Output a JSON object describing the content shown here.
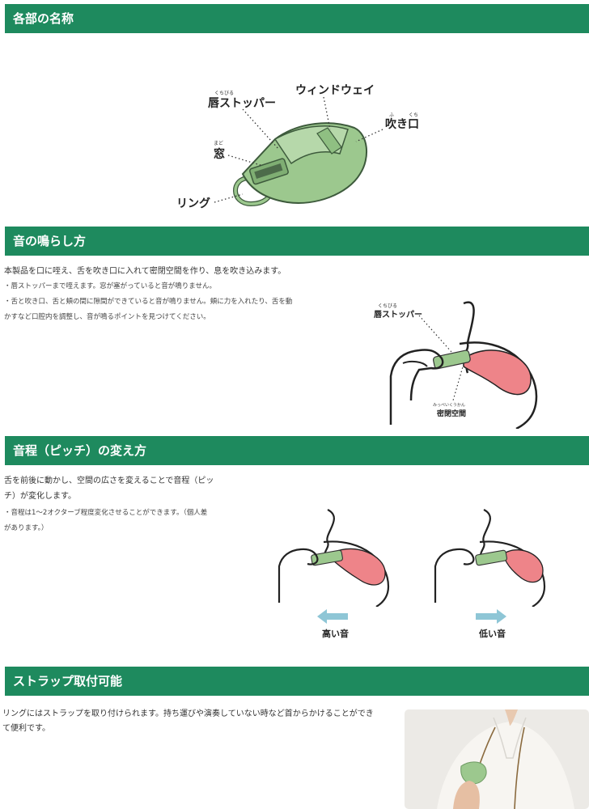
{
  "sections": {
    "parts": {
      "title": "各部の名称",
      "labels": {
        "lip_stopper": "唇ストッパー",
        "lip_ruby": "くちびる",
        "windway": "ウィンドウェイ",
        "mouthpiece": "吹き口",
        "mouthpiece_ruby_1": "ふ",
        "mouthpiece_ruby_2": "くち",
        "window": "窓",
        "window_ruby": "まど",
        "ring": "リング"
      }
    },
    "how_to_play": {
      "title": "音の鳴らし方",
      "text": "本製品を口に咥え、舌を吹き口に入れて密閉空間を作り、息を吹き込みます。",
      "note1": "・唇ストッパーまで咥えます。窓が塞がっていると音が鳴りません。",
      "note2a": "・舌と吹き口、舌と頬の間に隙間ができていると音が鳴りません。頬に力を入れたり、舌を動",
      "note2b": "かすなど口腔内を調整し、音が鳴るポイントを見つけてください。",
      "diagram_labels": {
        "lip_stopper": "唇ストッパー",
        "lip_ruby": "くちびる",
        "sealed_space": "密閉空間",
        "sealed_ruby": "みっぺいくうかん"
      }
    },
    "pitch": {
      "title": "音程（ピッチ）の変え方",
      "text1": "舌を前後に動かし、空間の広さを変えることで音程（ピッ",
      "text2": "チ）が変化します。",
      "note1": "・音程は1～2オクターブ程度変化させることができます。（個人差",
      "note2": "があります。）",
      "high": "高い音",
      "low": "低い音"
    },
    "strap": {
      "title": "ストラップ取付可能",
      "text1": "リングにはストラップを取り付けられます。持ち運びや演奏していない時など首からかけることができ",
      "text2": "て便利です。"
    }
  },
  "colors": {
    "header": "#1e8a5e",
    "whistle": "#9cc88e",
    "tongue": "#ee8489",
    "arrow": "#8ec6d6"
  }
}
